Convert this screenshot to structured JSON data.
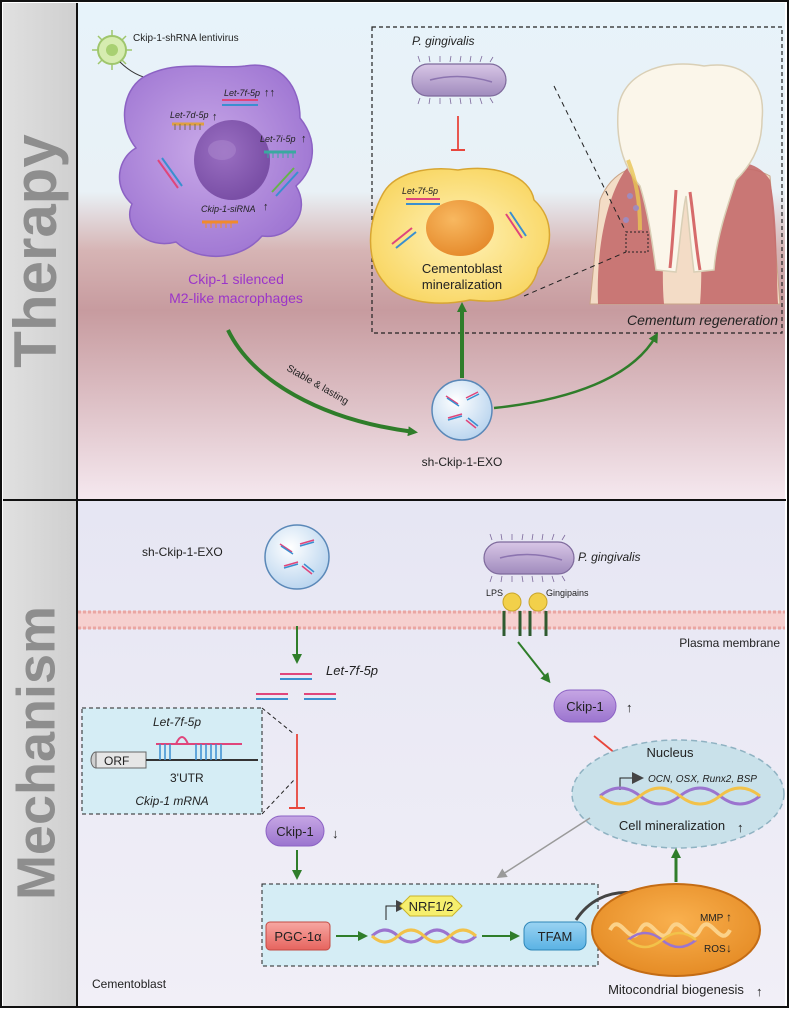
{
  "panels": {
    "therapy_label": "Therapy",
    "mechanism_label": "Mechanism"
  },
  "therapy": {
    "lentivirus_label": "Ckip-1-shRNA lentivirus",
    "mirnas": {
      "let7f": "Let-7f-5p",
      "let7d": "Let-7d-5p",
      "let7i": "Let-7i-5p",
      "sirna": "Ckip-1-siRNA",
      "up_double": "↑↑",
      "up": "↑"
    },
    "macrophage_line1": "Ckip-1 silenced",
    "macrophage_line2": "M2-like macrophages",
    "stable_label": "Stable & lasting",
    "exo_label": "sh-Ckip-1-EXO",
    "pg_label": "P. gingivalis",
    "cementoblast_line1": "Cementoblast",
    "cementoblast_line2": "mineralization",
    "cementoblast_mirna": "Let-7f-5p",
    "cementum_label": "Cementum regeneration"
  },
  "mechanism": {
    "exo_label": "sh-Ckip-1-EXO",
    "pg_label": "P. gingivalis",
    "lps_label": "LPS",
    "gingipains_label": "Gingipains",
    "membrane_label": "Plasma membrane",
    "let7f_label": "Let-7f-5p",
    "inset_mirna": "Let-7f-5p",
    "orf_label": "ORF",
    "utr_label": "3'UTR",
    "mrna_label": "Ckip-1 mRNA",
    "ckip1_right": "Ckip-1",
    "ckip1_right_arrow": "↑",
    "ckip1_left": "Ckip-1",
    "ckip1_left_arrow": "↓",
    "nucleus_label": "Nucleus",
    "genes_label": "OCN, OSX, Runx2, BSP",
    "cell_min_label": "Cell mineralization",
    "cell_min_arrow": "↑",
    "pgc_label": "PGC-1α",
    "nrf_label": "NRF1/2",
    "tfam_label": "TFAM",
    "mmp_label": "MMP",
    "mmp_arrow": "↑",
    "ros_label": "ROS",
    "ros_arrow": "↓",
    "mito_label": "Mitocondrial biogenesis",
    "mito_arrow": "↑",
    "cementoblast_label": "Cementoblast"
  }
}
